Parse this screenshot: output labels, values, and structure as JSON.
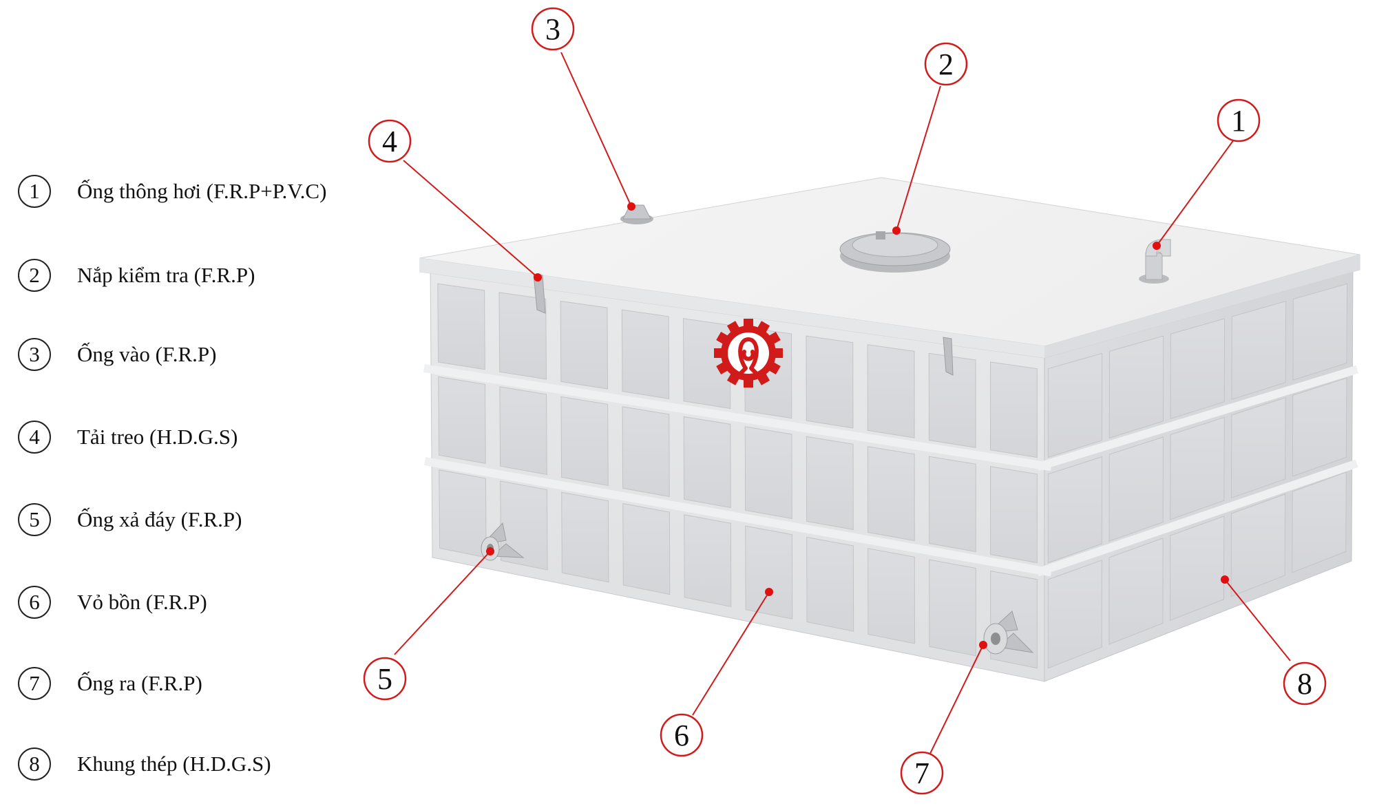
{
  "legend": {
    "items": [
      {
        "num": "1",
        "text": "Ống thông hơi (F.R.P+P.V.C)"
      },
      {
        "num": "2",
        "text": "Nắp kiểm tra (F.R.P)"
      },
      {
        "num": "3",
        "text": "Ống vào (F.R.P)"
      },
      {
        "num": "4",
        "text": "Tải treo (H.D.G.S)"
      },
      {
        "num": "5",
        "text": "Ống xả đáy (F.R.P)"
      },
      {
        "num": "6",
        "text": "Vỏ bồn (F.R.P)"
      },
      {
        "num": "7",
        "text": "Ống ra (F.R.P)"
      },
      {
        "num": "8",
        "text": "Khung thép (H.D.G.S)"
      }
    ]
  },
  "callouts": [
    "1",
    "2",
    "3",
    "4",
    "5",
    "6",
    "7",
    "8"
  ],
  "colors": {
    "callout_ring": "#d11b1b",
    "leader_line": "#d11b1b",
    "leader_dot": "#e01010",
    "tank_top": "#f2f2f2",
    "tank_front": "#e4e5e7",
    "tank_side": "#dadbdd",
    "logo": "#d11b1b"
  },
  "icons": {
    "logo": "gear-ribbon-logo"
  }
}
